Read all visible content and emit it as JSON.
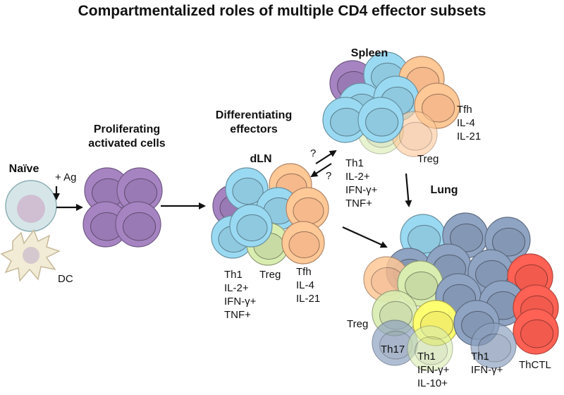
{
  "title": "Compartmentalized roles of multiple CD4 effector subsets",
  "stages": {
    "naive": "Naïve",
    "ag": "+ Ag",
    "dc": "DC",
    "proliferating": [
      "Proliferating",
      "activated cells"
    ],
    "differentiating": [
      "Differentiating",
      "effectors"
    ],
    "dln": "dLN",
    "spleen": "Spleen",
    "lung": "Lung",
    "question": "?"
  },
  "dln_labels": {
    "th1": [
      "Th1",
      "IL-2+",
      "IFN-γ+",
      "TNF+"
    ],
    "treg": "Treg",
    "tfh": [
      "Tfh",
      "IL-4",
      "IL-21"
    ]
  },
  "spleen_labels": {
    "tfh": [
      "Tfh",
      "IL-4",
      "IL-21"
    ],
    "treg": "Treg",
    "th1": [
      "Th1",
      "IL-2+",
      "IFN-γ+",
      "TNF+"
    ]
  },
  "lung_labels": {
    "treg": "Treg",
    "th17": "Th17",
    "th1a": [
      "Th1",
      "IFN-γ+",
      "IL-10+"
    ],
    "th1b": [
      "Th1",
      "IFN-γ+"
    ],
    "thctl": "ThCTL"
  },
  "colors": {
    "naive": "#c9dde0",
    "purple": "#9a7ab4",
    "blue": "#8fc9e0",
    "orange": "#f5b98c",
    "green": "#c9dba4",
    "yellow": "#f3ef6a",
    "slate": "#8497b4",
    "red": "#f25a4e"
  }
}
